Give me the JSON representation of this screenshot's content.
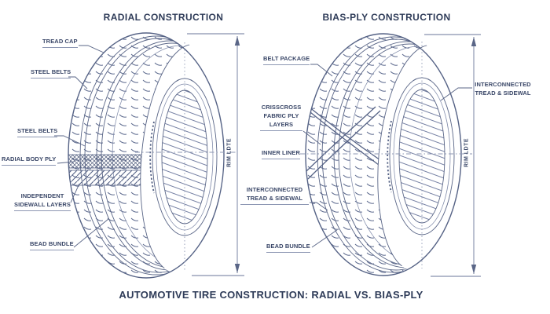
{
  "caption": "AUTOMOTIVE TIRE CONSTRUCTION: RADIAL VS. BIAS-PLY",
  "colors": {
    "background": "#ffffff",
    "line_ink": "#5a6687",
    "label_text": "#3a4768",
    "title_text": "#2e3b58"
  },
  "left": {
    "title": "RADIAL CONSTRUCTION",
    "dimension_label": "RIM LDTE",
    "labels": {
      "tread_cap": "TREAD CAP",
      "steel_belts_upper": "STEEL BELTS",
      "steel_belts_lower": "STEEL BELTS",
      "radial_body_ply": "RADIAL BODY PLY",
      "independent_sidewall": "INDEPENDENT\nSIDEWALL LAYERS",
      "bead_bundle": "BEAD BUNDLE"
    }
  },
  "right": {
    "title": "BIAS-PLY CONSTRUCTION",
    "dimension_label": "RIM LDTE",
    "labels": {
      "belt_package": "BELT PACKAGE",
      "crisscross_fabric": "CRISSCROSS\nFABRIC PLY\nLAYERS",
      "inner_liner": "INNER LINER",
      "interconnected_left": "INTERCONNECTED\nTREAD & SIDEWAL",
      "bead_bundle": "BEAD BUNDLE",
      "interconnected_right": "INTERCONNECTED\nTREAD & SIDEWAL"
    }
  }
}
